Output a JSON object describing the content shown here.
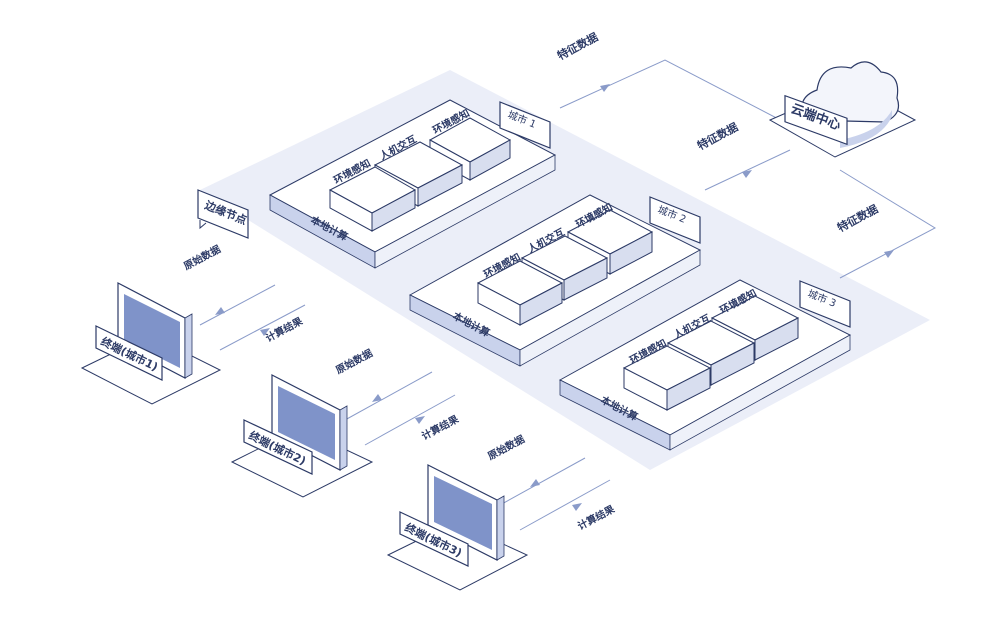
{
  "colors": {
    "line": "#2c3a66",
    "fill_light": "#ffffff",
    "side_light": "#eef1f9",
    "side_dark": "#c9d2ec",
    "screen": "#7f93c9",
    "platform": "#dde3f3",
    "label": "#2c3a66"
  },
  "edge_node": {
    "label": "边缘节点"
  },
  "cloud": {
    "label": "云端中心"
  },
  "cities": [
    {
      "tag": "城市 1",
      "base_label": "本地计算",
      "modules": [
        "环境感知",
        "人机交互",
        "环境感知"
      ]
    },
    {
      "tag": "城市 2",
      "base_label": "本地计算",
      "modules": [
        "环境感知",
        "人机交互",
        "环境感知"
      ]
    },
    {
      "tag": "城市 3",
      "base_label": "本地计算",
      "modules": [
        "环境感知",
        "人机交互",
        "环境感知"
      ]
    }
  ],
  "feature_links": [
    {
      "label": "特征数据"
    },
    {
      "label": "特征数据"
    },
    {
      "label": "特征数据"
    }
  ],
  "terminals": [
    {
      "label": "终端(城市1)",
      "raw_label": "原始数据",
      "result_label": "计算结果"
    },
    {
      "label": "终端(城市2)",
      "raw_label": "原始数据",
      "result_label": "计算结果"
    },
    {
      "label": "终端(城市3)",
      "raw_label": "原始数据",
      "result_label": "计算结果"
    }
  ]
}
